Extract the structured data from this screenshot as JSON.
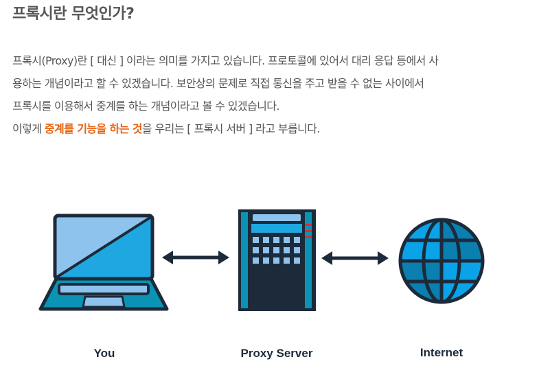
{
  "heading": "프록시란 무엇인가?",
  "paragraph": {
    "line1": "프록시(Proxy)란 [ 대신 ] 이라는 의미를 가지고 있습니다. 프로토콜에 있어서 대리 응답 등에서 사",
    "line2": "용하는 개념이라고 할 수 있겠습니다. 보안상의 문제로 직접 통신을 주고 받을 수 없는 사이에서",
    "line3": "프록시를 이용해서 중계를 하는 개념이라고 볼 수 있겠습니다.",
    "line4_pre": "이렇게 ",
    "line4_highlight": "중계를 기능을 하는 것",
    "line4_post": "을 우리는 [ 프록시 서버 ] 라고 부릅니다."
  },
  "diagram": {
    "you_label": "You",
    "proxy_label": "Proxy Server",
    "internet_label": "Internet",
    "icons": {
      "you": "laptop-icon",
      "proxy": "server-icon",
      "internet": "globe-icon",
      "connector": "double-arrow-icon"
    }
  },
  "colors": {
    "text": "#555555",
    "highlight": "#e8620e",
    "outline": "#1c2a3a",
    "light_blue": "#8ec3ee",
    "mid_blue": "#1fa7e1",
    "teal": "#0a93b5",
    "server_body": "#1c2a3a",
    "server_led": "#e02a2a"
  }
}
